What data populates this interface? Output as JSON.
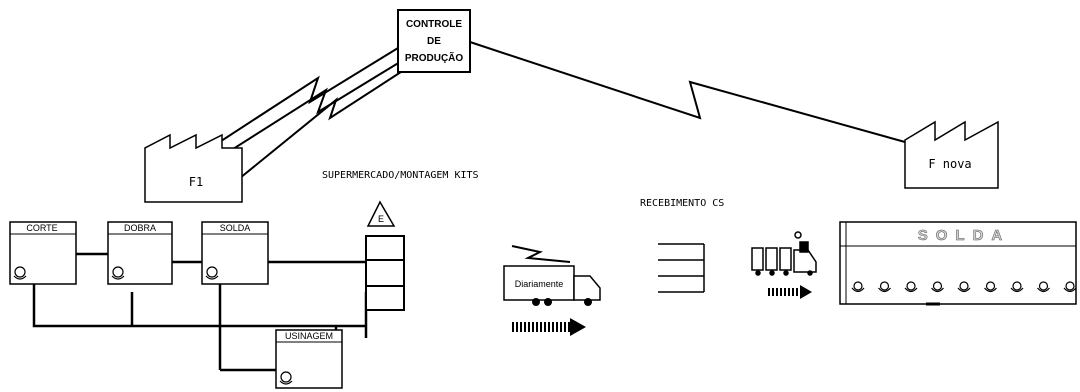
{
  "control": {
    "line1": "CONTROLE",
    "line2": "DE",
    "line3": "PRODUÇÃO"
  },
  "factories": {
    "f1": "F1",
    "fnova": "F nova"
  },
  "sections": {
    "supermercado": "SUPERMERCADO/MONTAGEM KITS",
    "recebimento": "RECEBIMENTO CS"
  },
  "processes": {
    "corte": "CORTE",
    "dobra": "DOBRA",
    "solda": "SOLDA",
    "usinagem": "USINAGEM"
  },
  "stock_marker": "E",
  "truck_label": "Diariamente",
  "big_process": "SOLDA"
}
